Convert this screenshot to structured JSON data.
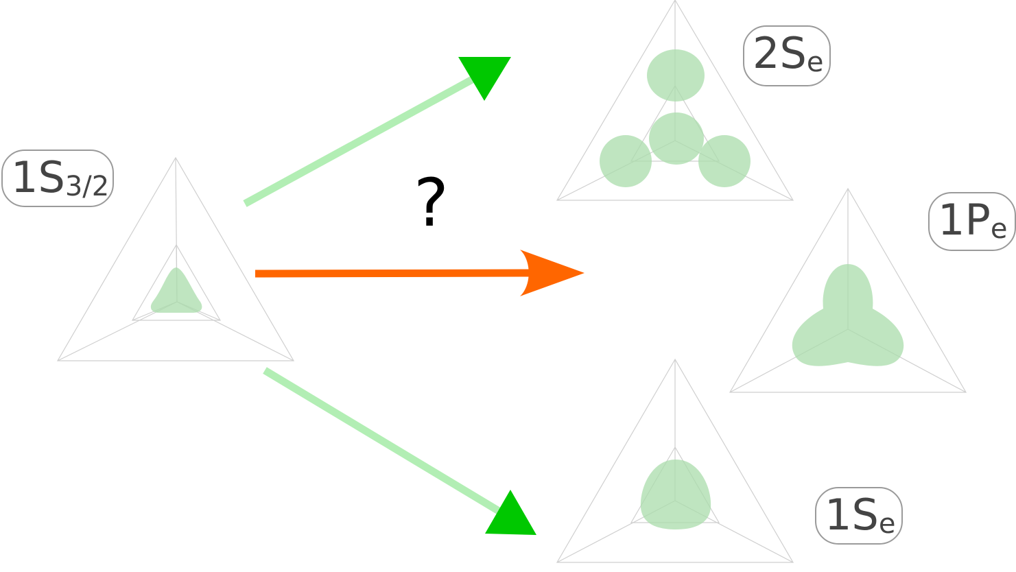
{
  "labels": {
    "initial": {
      "main": "1S",
      "sub": "3/2"
    },
    "state_2se": {
      "main": "2S",
      "sub": "e"
    },
    "state_1pe": {
      "main": "1P",
      "sub": "e"
    },
    "state_1se": {
      "main": "1S",
      "sub": "e"
    }
  },
  "question_mark": "?",
  "colors": {
    "allowed_arrow": "#00c800",
    "allowed_shaft": "#b2eeb4",
    "forbidden_arrow": "#ff6600",
    "orbital": "#a9dcab"
  }
}
